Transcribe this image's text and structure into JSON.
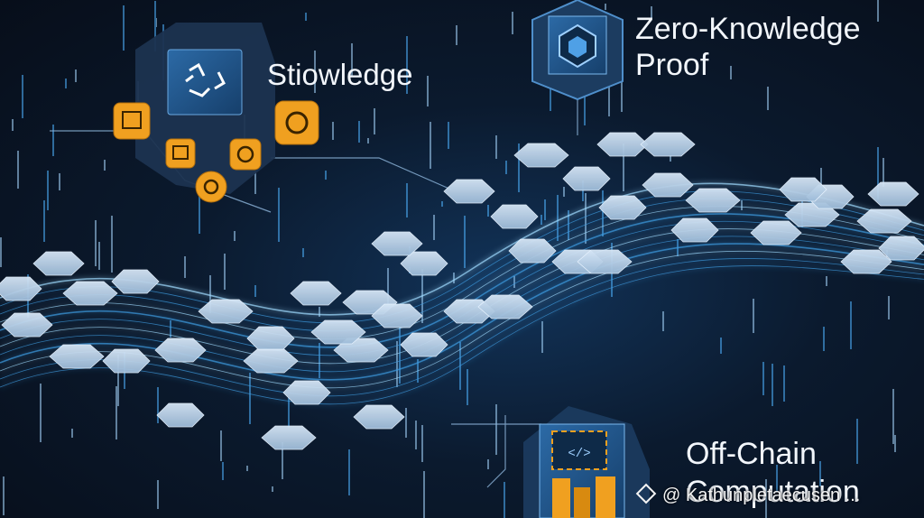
{
  "nodes": {
    "storage": {
      "label": "Stiowledge",
      "icon": "recycle-icon"
    },
    "zkp": {
      "label_line1": "Zero-Knowledge",
      "label_line2": "Proof",
      "icon": "hexagon-cube-icon"
    },
    "offchain": {
      "label_line1": "Off-Chain",
      "label_line2": "Computation",
      "icon": "compute-cube-icon"
    }
  },
  "watermark": "@ Kathunpletaecusen ...",
  "colors": {
    "background": "#0a1424",
    "accent": "#4fb3ff",
    "orange": "#f0a020",
    "hexagon": "#b9d3ec"
  }
}
